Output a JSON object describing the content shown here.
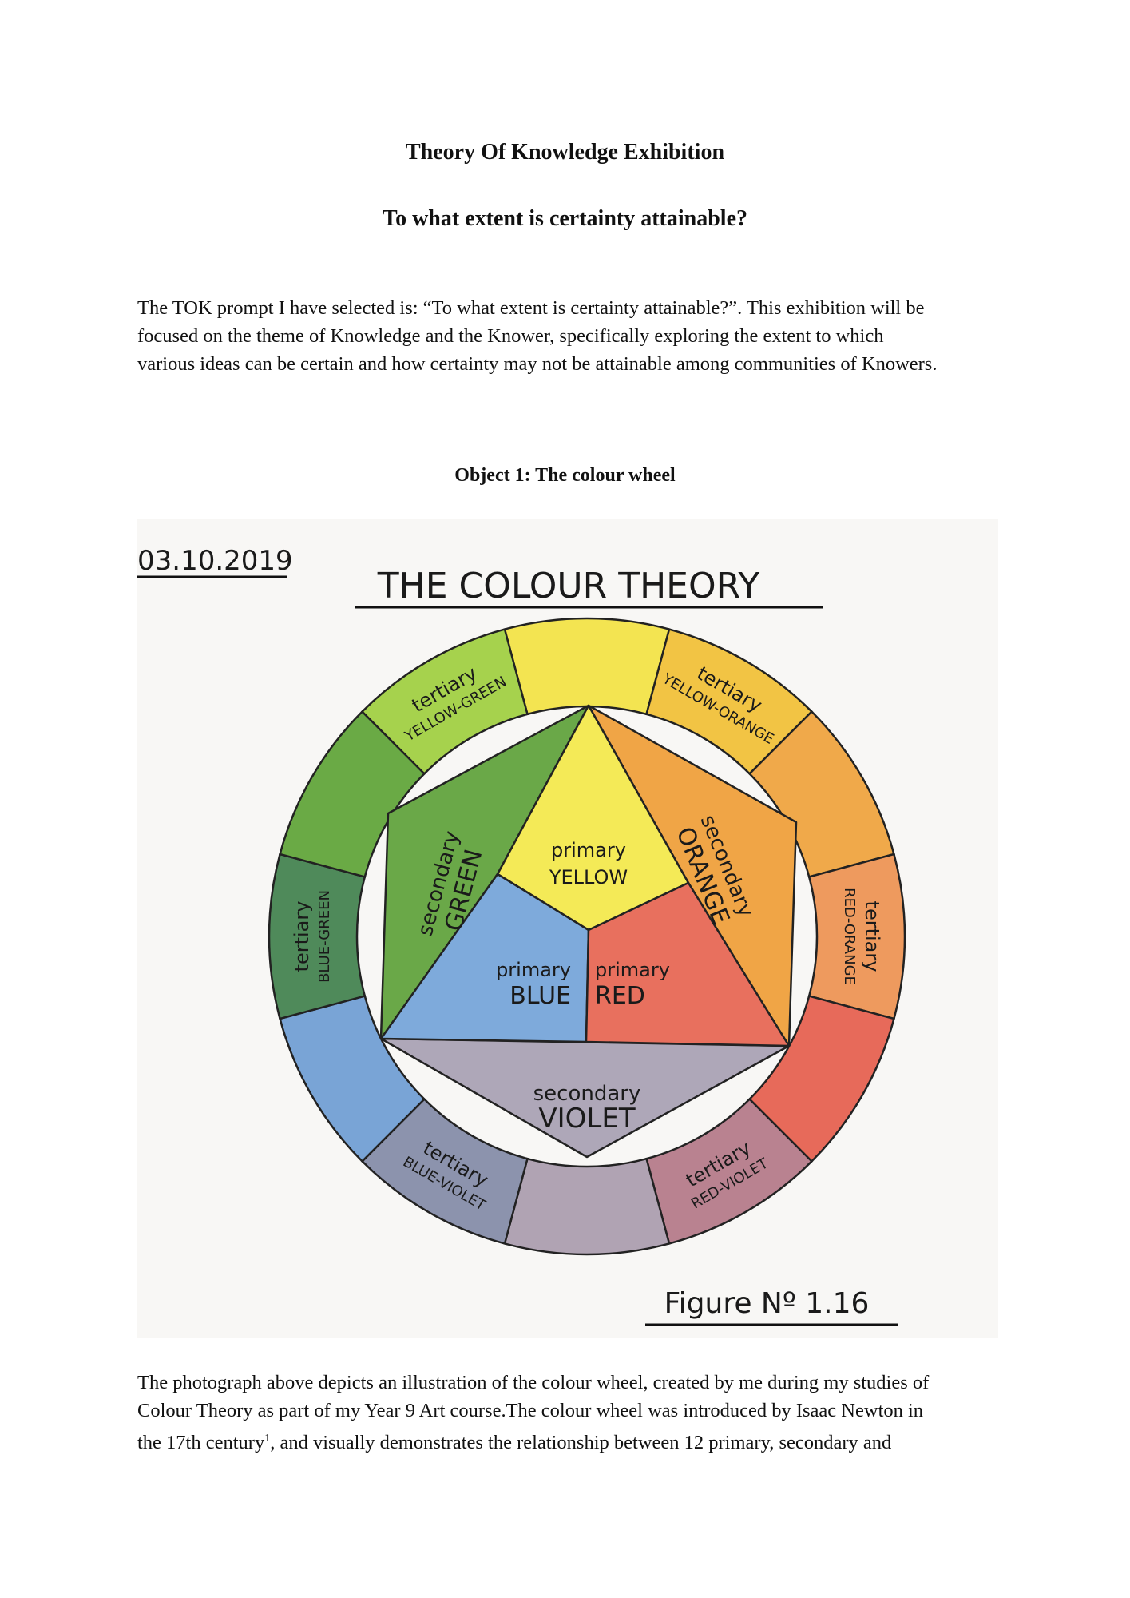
{
  "document": {
    "title": "Theory Of Knowledge Exhibition",
    "subtitle": "To what extent is certainty attainable?",
    "intro_lines": [
      "The TOK prompt I have selected is: “To what extent is certainty attainable?”. This exhibition will be",
      "focused on the theme of Knowledge and the Knower, specifically exploring the extent to which",
      "various ideas can be certain and how certainty may not be attainable among communities of Knowers."
    ],
    "object_heading": "Object 1: The colour wheel",
    "body_lines": [
      "The photograph above depicts an illustration of the colour wheel, created by me during my studies of",
      "Colour Theory as part of my Year 9 Art course.The colour wheel was introduced by Isaac Newton in",
      "the 17th century",
      ", and visually demonstrates the relationship between 12 primary, secondary and"
    ],
    "footnote_marker": "1"
  },
  "figure": {
    "date": "03.10.2019",
    "heading": "THE COLOUR THEORY",
    "caption": "Figure  Nº 1.16",
    "ring": [
      {
        "top": "",
        "bottom": "",
        "color": "#f3e451"
      },
      {
        "top": "tertiary",
        "bottom": "YELLOW-ORANGE",
        "color": "#f2c444"
      },
      {
        "top": "",
        "bottom": "",
        "color": "#f0a94a"
      },
      {
        "top": "tertiary",
        "bottom": "RED-ORANGE",
        "color": "#ee9a5e"
      },
      {
        "top": "",
        "bottom": "",
        "color": "#e76a5a"
      },
      {
        "top": "tertiary",
        "bottom": "RED-VIOLET",
        "color": "#b98290"
      },
      {
        "top": "",
        "bottom": "",
        "color": "#b0a3b3"
      },
      {
        "top": "tertiary",
        "bottom": "BLUE-VIOLET",
        "color": "#8c93ad"
      },
      {
        "top": "",
        "bottom": "",
        "color": "#79a4d6"
      },
      {
        "top": "tertiary",
        "bottom": "BLUE-GREEN",
        "color": "#4f8a5a"
      },
      {
        "top": "",
        "bottom": "",
        "color": "#6aaa45"
      },
      {
        "top": "tertiary",
        "bottom": "YELLOW-GREEN",
        "color": "#a6d24d"
      }
    ],
    "inner": {
      "yellow": {
        "top": "primary",
        "bottom": "YELLOW",
        "color": "#f4ea57"
      },
      "blue": {
        "top": "primary",
        "bottom": "BLUE",
        "color": "#7eaadb"
      },
      "red": {
        "top": "primary",
        "bottom": "RED",
        "color": "#e8705e"
      },
      "green": {
        "top": "secondary",
        "bottom": "GREEN",
        "color": "#6aa848"
      },
      "orange": {
        "top": "secondary",
        "bottom": "ORANGE",
        "color": "#f0a546"
      },
      "violet": {
        "top": "secondary",
        "bottom": "VIOLET",
        "color": "#aea7b8"
      }
    }
  }
}
